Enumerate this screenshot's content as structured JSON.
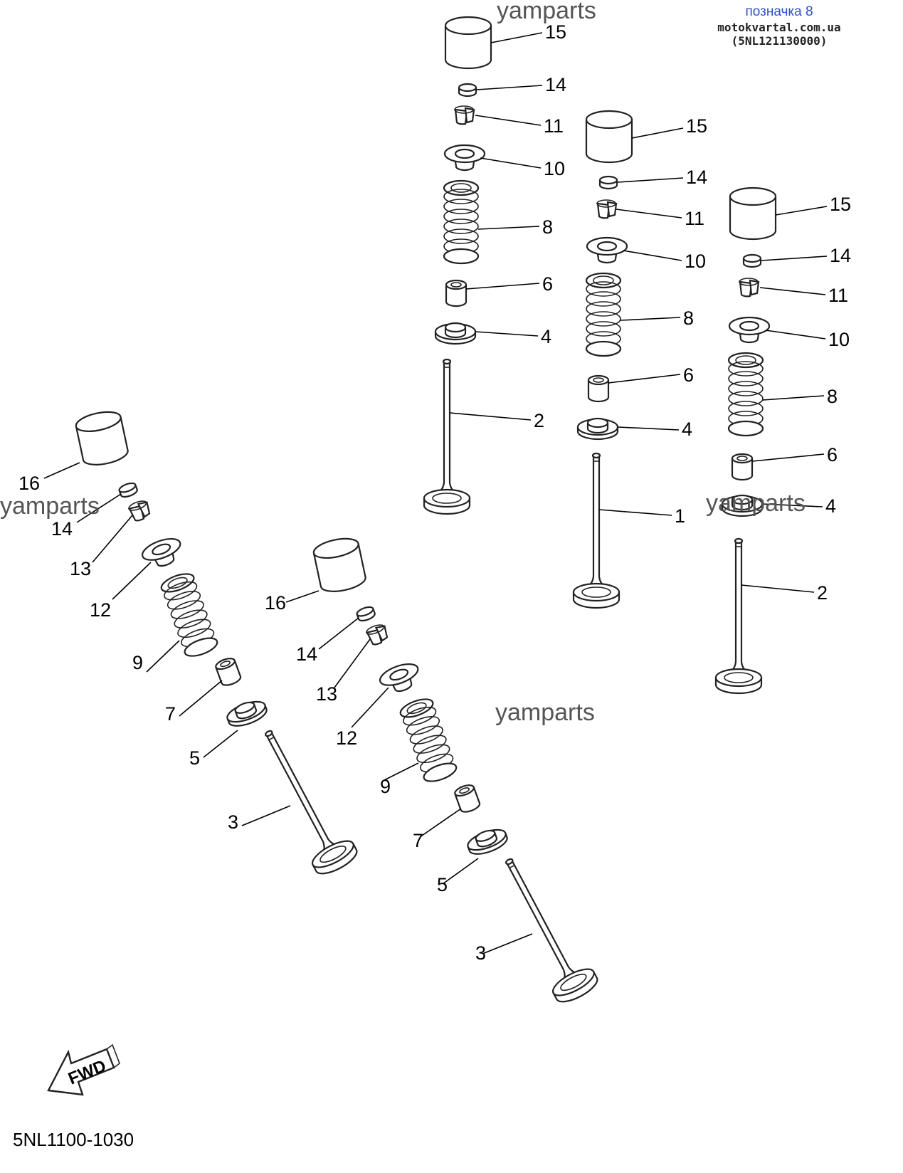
{
  "header": {
    "badge_title": "позначка 8",
    "badge_source": "motokvartal.com.ua (5NL121130000)"
  },
  "watermarks": [
    "yamparts",
    "yamparts",
    "yamparts",
    "yamparts"
  ],
  "diagram_code": "5NL1100-1030",
  "direction_arrow_label": "FWD",
  "callouts": {
    "set_a": [
      "15",
      "14",
      "11",
      "10",
      "8",
      "6",
      "4",
      "2"
    ],
    "set_b": [
      "15",
      "14",
      "11",
      "10",
      "8",
      "6",
      "4",
      "1"
    ],
    "set_c": [
      "15",
      "14",
      "11",
      "10",
      "8",
      "6",
      "4",
      "2"
    ],
    "set_d": [
      "16",
      "14",
      "13",
      "12",
      "9",
      "7",
      "5",
      "3"
    ],
    "set_e": [
      "16",
      "14",
      "13",
      "12",
      "9",
      "7",
      "5",
      "3"
    ]
  }
}
